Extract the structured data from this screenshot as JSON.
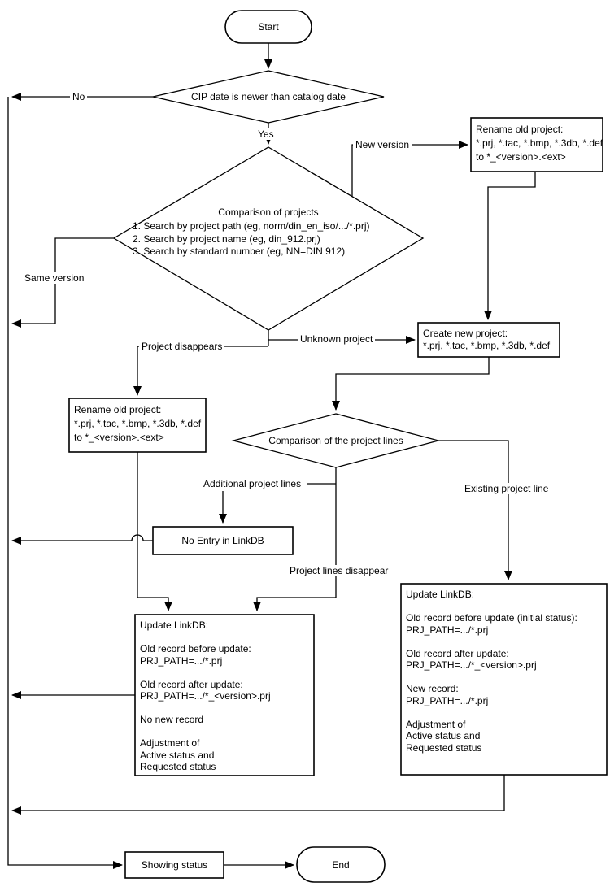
{
  "diagram": {
    "nodes": {
      "start": {
        "label": "Start"
      },
      "cip_decision": {
        "label": "CIP date is newer than catalog date"
      },
      "project_comparison": {
        "title": "Comparison of projects",
        "items": "1. Search by project path (eg, norm/din_en_iso/.../*.prj)\n2. Search by project name (eg, din_912.prj)\n3. Search by standard number (eg, NN=DIN 912)"
      },
      "rename_old_project_right": {
        "text": "Rename old project:\n*.prj, *.tac, *.bmp, *.3db, *.def\nto *_<version>.<ext>"
      },
      "create_new_project": {
        "text": "Create new project:\n*.prj, *.tac, *.bmp, *.3db, *.def"
      },
      "rename_old_project_left": {
        "text": "Rename old project:\n*.prj, *.tac, *.bmp, *.3db, *.def\nto *_<version>.<ext>"
      },
      "line_comparison": {
        "label": "Comparison of the project lines"
      },
      "no_entry_linkdb": {
        "label": "No Entry in LinkDB"
      },
      "update_linkdb_left": {
        "text": "Update LinkDB:\n\nOld record before update:\nPRJ_PATH=.../*.prj\n\nOld record after update:\nPRJ_PATH=.../*_<version>.prj\n\nNo new record\n\nAdjustment of\nActive status and\nRequested status"
      },
      "update_linkdb_right": {
        "text": "Update LinkDB:\n\nOld record before update (initial status):\nPRJ_PATH=.../*.prj\n\nOld record after update:\nPRJ_PATH=.../*_<version>.prj\n\nNew record:\nPRJ_PATH=.../*.prj\n\nAdjustment of\nActive status and\nRequested status"
      },
      "showing_status": {
        "label": "Showing status"
      },
      "end": {
        "label": "End"
      }
    },
    "edge_labels": {
      "no": "No",
      "yes": "Yes",
      "new_version": "New version",
      "same_version": "Same version",
      "project_disappears": "Project disappears",
      "unknown_project": "Unknown project",
      "additional_project_lines": "Additional project lines",
      "project_lines_disappear": "Project lines disappear",
      "existing_project_line": "Existing project line"
    },
    "colors": {
      "line": "#000000",
      "background": "#ffffff"
    }
  }
}
